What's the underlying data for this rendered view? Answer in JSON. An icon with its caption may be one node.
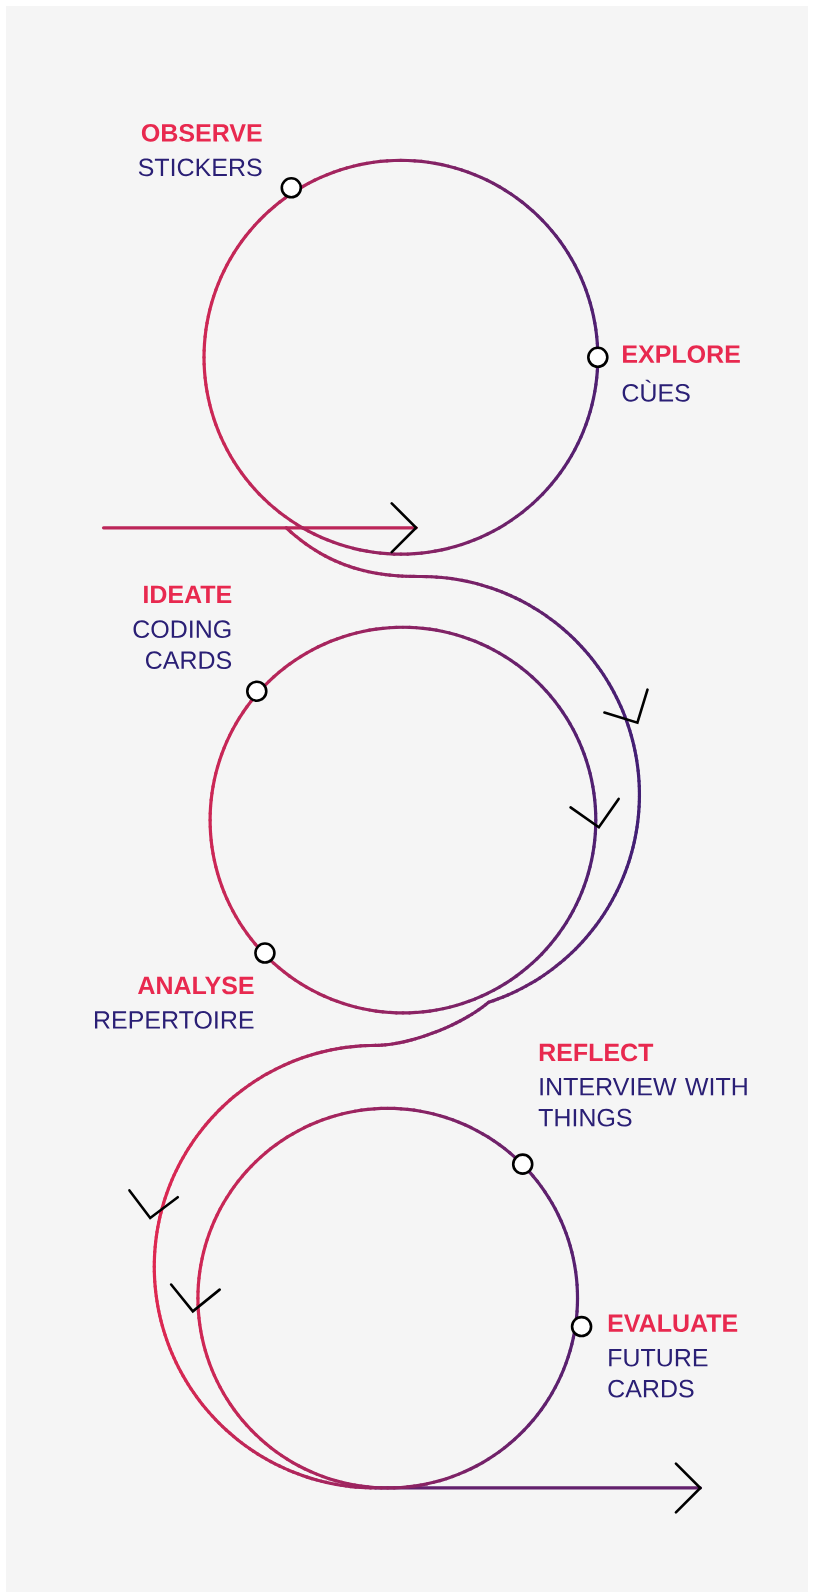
{
  "diagram": {
    "nodes": [
      {
        "text": [],
        "shape": "circle",
        "beside": [
          "OBSERVE",
          "STICKERS"
        ]
      },
      {
        "text": [],
        "shape": "circle",
        "beside": [
          "EXPLORE",
          "CÙES"
        ]
      },
      {
        "text": [],
        "shape": "circle",
        "beside": [
          "IDEATE",
          "CODING CARDS"
        ]
      },
      {
        "text": [],
        "shape": "circle",
        "beside": [
          "ANALYSE",
          "REPERTOIRE"
        ]
      },
      {
        "text": [],
        "shape": "circle",
        "beside": [
          "REFLECT",
          "INTERVIEW WITH THINGS"
        ]
      },
      {
        "text": [],
        "shape": "circle",
        "beside": [
          "EVALUATE",
          "FUTURE CARDS"
        ]
      }
    ]
  }
}
